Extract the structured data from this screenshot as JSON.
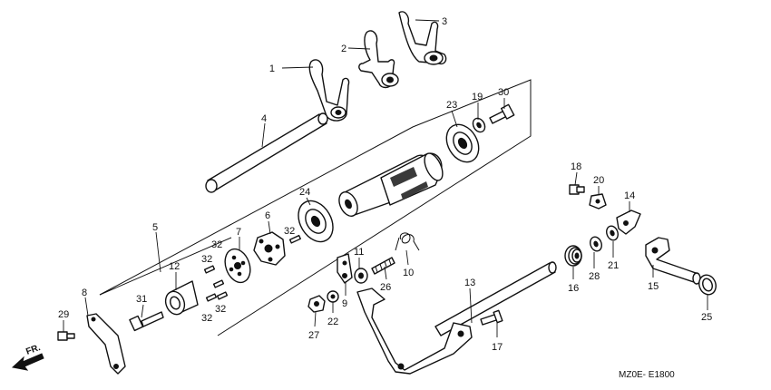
{
  "diagram": {
    "code": "MZ0E- E1800",
    "direction_label": "FR.",
    "callouts": [
      "1",
      "2",
      "3",
      "4",
      "5",
      "6",
      "7",
      "8",
      "9",
      "10",
      "11",
      "12",
      "13",
      "14",
      "15",
      "16",
      "17",
      "18",
      "19",
      "20",
      "21",
      "22",
      "23",
      "24",
      "25",
      "26",
      "27",
      "28",
      "29",
      "30",
      "31",
      "32",
      "32",
      "32",
      "32",
      "32"
    ]
  }
}
